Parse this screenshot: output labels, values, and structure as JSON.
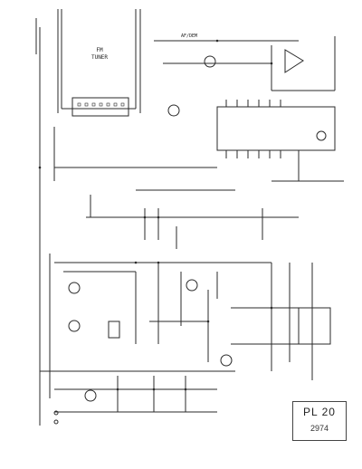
{
  "diagram": {
    "tuner_label_1": "FM",
    "tuner_label_2": "TUNER",
    "net_label_top": "AF/DEM",
    "title_block": {
      "model": "PL 20",
      "code": "2974"
    }
  },
  "colors": {
    "ink": "#2a2a2a",
    "paper": "#ffffff"
  }
}
